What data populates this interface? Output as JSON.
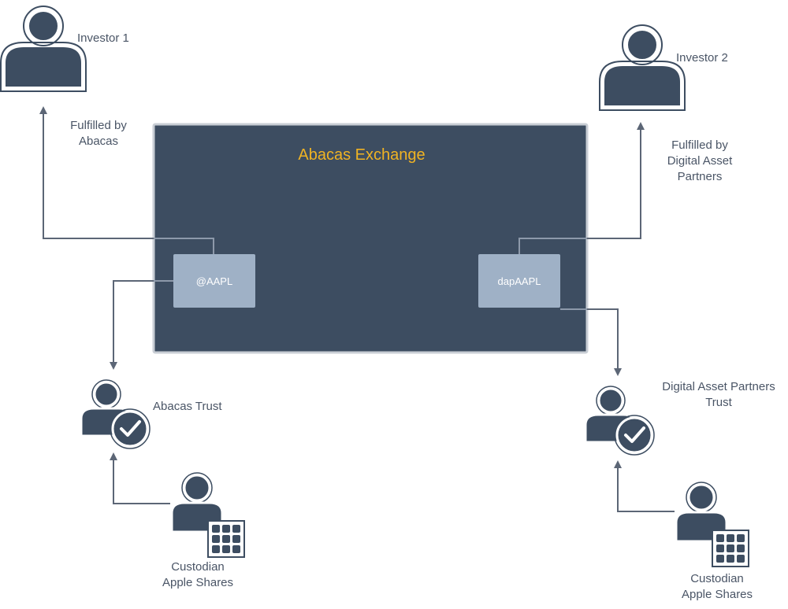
{
  "title": "Abacas Exchange",
  "colors": {
    "exchange_fill": "#3d4d61",
    "exchange_border": "#c9ced5",
    "token_fill": "#9fb1c6",
    "title": "#f0b323",
    "connector": "#5c6676",
    "person": "#3d4d61"
  },
  "tokens": {
    "left": "@AAPL",
    "right": "dapAAPL"
  },
  "nodes": {
    "investor1": "Investor 1",
    "investor2": "Investor 2",
    "abacas_trust": "Abacas Trust",
    "dap_trust": "Digital Asset Partners\nTrust",
    "custodian_left": "Custodian\nApple Shares",
    "custodian_right": "Custodian\nApple Shares"
  },
  "edge_labels": {
    "left": "Fulfilled by\nAbacas",
    "right": "Fulfilled by\nDigital Asset\nPartners"
  },
  "icons": {
    "investor": "user-icon",
    "trust": "user-check-icon",
    "custodian": "user-grid-icon"
  }
}
